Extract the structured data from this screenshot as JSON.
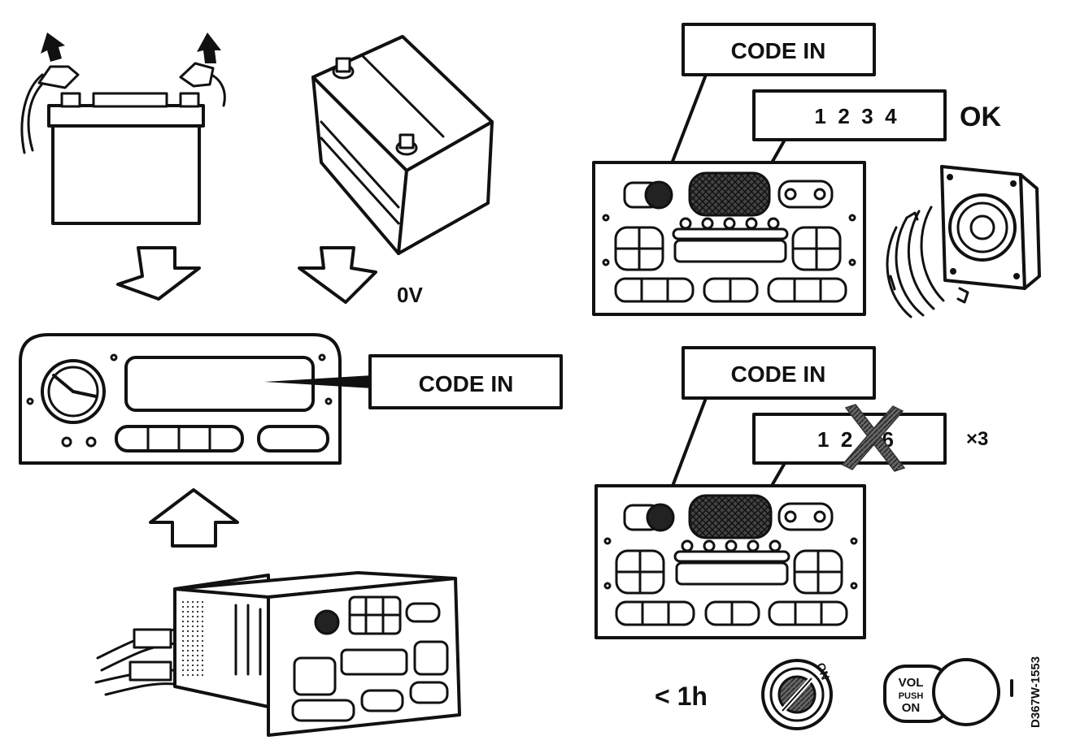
{
  "labels": {
    "zero_volt": "0V",
    "code_in_main": "CODE IN",
    "code_in_ok": "CODE IN",
    "code_entered_ok": "1  2  3  4",
    "ok": "OK",
    "code_in_fail": "CODE IN",
    "code_entered_fail": "1  2     6",
    "times_three": "×3",
    "less_than_hour": "< 1h",
    "key_on": "ON",
    "vol_line1": "VOL",
    "vol_line2": "PUSH",
    "vol_line3": "ON",
    "figure_id": "D367W-1553"
  },
  "icons": {
    "cable_arrow": "arrow-up-icon",
    "flow_arrow": "block-arrow-icon",
    "speaker": "speaker-icon",
    "ignition": "ignition-key-icon",
    "vol_knob": "volume-knob-icon",
    "wrong_digit": "x-mark-icon"
  }
}
